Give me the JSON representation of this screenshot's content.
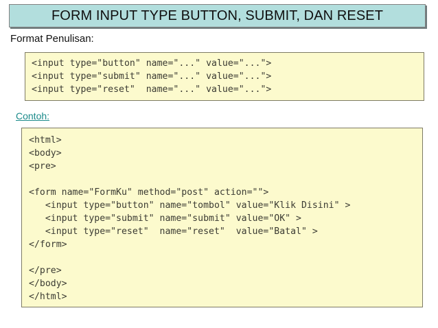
{
  "slide": {
    "title": "FORM INPUT TYPE BUTTON, SUBMIT, DAN RESET",
    "title_bg": "#b2dedd",
    "title_border": "#808080"
  },
  "sections": {
    "format_label": "Format Penulisan:",
    "contoh_label": "Contoh:",
    "contoh_label_color": "#1a8a8a"
  },
  "code_blocks": {
    "format": {
      "bg": "#fcfacd",
      "border": "#7d7a64",
      "lines": [
        "<input type=\"button\" name=\"...\" value=\"...\">",
        "<input type=\"submit\" name=\"...\" value=\"...\">",
        "<input type=\"reset\"  name=\"...\" value=\"...\">"
      ],
      "text": "<input type=\"button\" name=\"...\" value=\"...\">\n<input type=\"submit\" name=\"...\" value=\"...\">\n<input type=\"reset\"  name=\"...\" value=\"...\">"
    },
    "contoh": {
      "bg": "#fcfacd",
      "border": "#7d7a64",
      "lines": [
        "<html>",
        "<body>",
        "<pre>",
        "",
        "<form name=\"FormKu\" method=\"post\" action=\"\">",
        "   <input type=\"button\" name=\"tombol\" value=\"Klik Disini\" >",
        "   <input type=\"submit\" name=\"submit\" value=\"OK\" >",
        "   <input type=\"reset\"  name=\"reset\"  value=\"Batal\" >",
        "</form>",
        "",
        "</pre>",
        "</body>",
        "</html>"
      ],
      "text": "<html>\n<body>\n<pre>\n\n<form name=\"FormKu\" method=\"post\" action=\"\">\n   <input type=\"button\" name=\"tombol\" value=\"Klik Disini\" >\n   <input type=\"submit\" name=\"submit\" value=\"OK\" >\n   <input type=\"reset\"  name=\"reset\"  value=\"Batal\" >\n</form>\n\n</pre>\n</body>\n</html>"
    }
  }
}
